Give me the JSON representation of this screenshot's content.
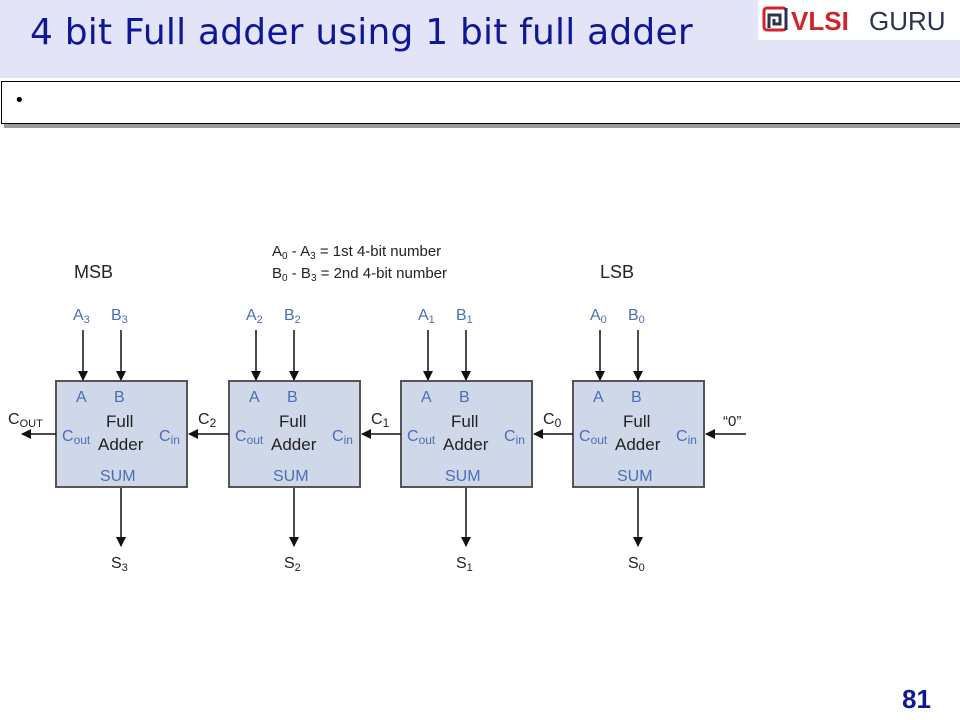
{
  "slide": {
    "title": "4 bit Full adder using 1 bit full adder",
    "bullet": "•",
    "page_number": "81",
    "logo": {
      "text_red": "VLSI",
      "text_dark": "GURU",
      "colors": {
        "red": "#d2232a",
        "dark": "#2b3350"
      }
    }
  },
  "diagram": {
    "msb_label": "MSB",
    "lsb_label": "LSB",
    "legend": [
      {
        "lhs_a": "A",
        "sub_a": "0",
        "dash": " - ",
        "lhs_b": "A",
        "sub_b": "3",
        "rhs": " = 1st 4-bit number"
      },
      {
        "lhs_a": "B",
        "sub_a": "0",
        "dash": " - ",
        "lhs_b": "B",
        "sub_b": "3",
        "rhs": " = 2nd 4-bit number"
      }
    ],
    "adders": [
      {
        "a_in": "A",
        "a_sub": "3",
        "b_in": "B",
        "b_sub": "3",
        "sum_out": "S",
        "sum_sub": "3",
        "carry_out": "C",
        "carry_out_sub": "OUT"
      },
      {
        "a_in": "A",
        "a_sub": "2",
        "b_in": "B",
        "b_sub": "2",
        "sum_out": "S",
        "sum_sub": "2",
        "carry_out": "C",
        "carry_out_sub": "2"
      },
      {
        "a_in": "A",
        "a_sub": "1",
        "b_in": "B",
        "b_sub": "1",
        "sum_out": "S",
        "sum_sub": "1",
        "carry_out": "C",
        "carry_out_sub": "1"
      },
      {
        "a_in": "A",
        "a_sub": "0",
        "b_in": "B",
        "b_sub": "0",
        "sum_out": "S",
        "sum_sub": "0",
        "carry_out": "C",
        "carry_out_sub": "0"
      }
    ],
    "block": {
      "port_a": "A",
      "port_b": "B",
      "name_line1": "Full",
      "name_line2": "Adder",
      "cout": "C",
      "cout_sub": "out",
      "cin": "C",
      "cin_sub": "in",
      "sum": "SUM"
    },
    "carry_in": "“0”",
    "colors": {
      "block_fill": "#cfd8e8",
      "block_stroke": "#555555",
      "port_text": "#4a6fb5",
      "signal_text": "#4a6fb5"
    }
  }
}
